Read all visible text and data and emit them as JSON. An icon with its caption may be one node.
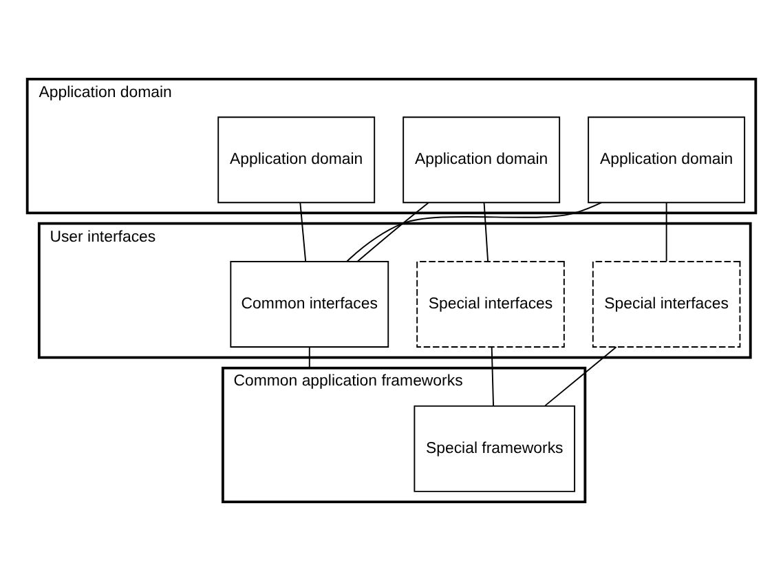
{
  "diagram": {
    "nodes": [
      {
        "text": [
          "Application domain"
        ]
      },
      {
        "text": [
          "Application domain"
        ],
        "in": 0
      },
      {
        "text": [
          "Application domain"
        ],
        "in": 0
      },
      {
        "text": [
          "Application domain"
        ],
        "in": 0
      },
      {
        "text": [
          "User interfaces"
        ]
      },
      {
        "text": [
          "Common interfaces"
        ],
        "in": 4
      },
      {
        "text": [
          "Special interfaces"
        ],
        "in": 4
      },
      {
        "text": [
          "Special interfaces"
        ],
        "in": 4
      },
      {
        "text": [
          "Common application frameworks"
        ]
      },
      {
        "text": [
          "Special frameworks"
        ],
        "in": 8
      }
    ],
    "edges": [
      {
        "from": 1,
        "to": 5,
        "arrow": "none"
      },
      {
        "from": 2,
        "to": 5,
        "arrow": "none"
      },
      {
        "from": 3,
        "to": 5,
        "arrow": "none"
      },
      {
        "from": 2,
        "to": 6,
        "arrow": "none"
      },
      {
        "from": 3,
        "to": 7,
        "arrow": "none"
      },
      {
        "from": 5,
        "to": 8,
        "arrow": "none"
      },
      {
        "from": 6,
        "to": 9,
        "arrow": "none"
      },
      {
        "from": 7,
        "to": 9,
        "arrow": "none"
      }
    ]
  }
}
